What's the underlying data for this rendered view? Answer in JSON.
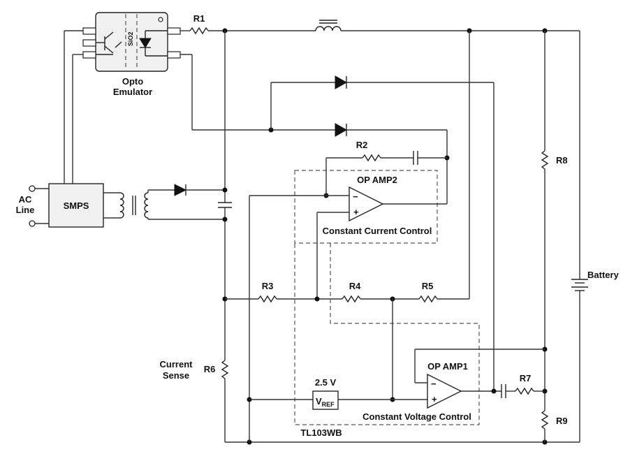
{
  "labels": {
    "opto_title": "Opto",
    "opto_title2": "Emulator",
    "sio2": "SiO2",
    "r1": "R1",
    "r2": "R2",
    "r3": "R3",
    "r4": "R4",
    "r5": "R5",
    "r6": "R6",
    "r7": "R7",
    "r8": "R8",
    "r9": "R9",
    "ac": "AC",
    "line": "Line",
    "smps": "SMPS",
    "op_amp2": "OP AMP2",
    "op_amp1": "OP AMP1",
    "cc_control": "Constant Current Control",
    "cv_control": "Constant Voltage Control",
    "current": "Current",
    "sense": "Sense",
    "vref_value": "2.5 V",
    "vref_main": "V",
    "vref_sub": "REF",
    "battery": "Battery",
    "chip": "TL103WB",
    "minus": "−",
    "plus": "+"
  }
}
